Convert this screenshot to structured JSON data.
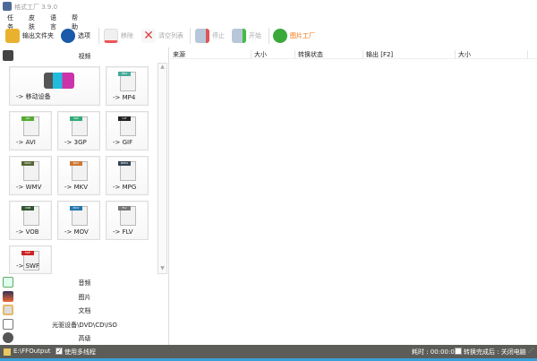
{
  "window": {
    "title": "格式工厂 3.9.0"
  },
  "menu": [
    "任务",
    "皮肤",
    "语言",
    "帮助"
  ],
  "toolbar": {
    "output_folder": "输出文件夹",
    "options": "选项",
    "remove": "移除",
    "clear_list": "清空列表",
    "stop": "停止",
    "start": "开始",
    "picture_factory": "图片工厂"
  },
  "categories": {
    "video": "视频",
    "audio": "音频",
    "picture": "图片",
    "document": "文档",
    "rom": "光驱设备\\DVD\\CD\\ISO",
    "advanced": "高级"
  },
  "tiles": [
    {
      "label": "-> 移动设备",
      "tag": ""
    },
    {
      "label": "-> MP4",
      "tag": "MP4"
    },
    {
      "label": "-> AVI",
      "tag": "AVI"
    },
    {
      "label": "-> 3GP",
      "tag": "3GP"
    },
    {
      "label": "-> GIF",
      "tag": "GIF"
    },
    {
      "label": "-> WMV",
      "tag": "WMV"
    },
    {
      "label": "-> MKV",
      "tag": "MKV"
    },
    {
      "label": "-> MPG",
      "tag": "MPEG"
    },
    {
      "label": "-> VOB",
      "tag": "VOB"
    },
    {
      "label": "-> MOV",
      "tag": "MOV"
    },
    {
      "label": "-> FLV",
      "tag": "FLV"
    },
    {
      "label": "-> SWF",
      "tag": "SWF"
    }
  ],
  "list": {
    "columns": [
      "来源",
      "大小",
      "转换状态",
      "输出 [F2]",
      "大小"
    ]
  },
  "status": {
    "output_path": "E:\\FFOutput",
    "multithread": "使用多线程",
    "multithread_checked": true,
    "elapsed": "耗时 : 00:00:00",
    "after_convert": "转换完成后 : 关闭电脑",
    "after_convert_checked": false
  },
  "colors": {
    "accent": "#f26b00",
    "statusbar": "#5c5c58"
  }
}
